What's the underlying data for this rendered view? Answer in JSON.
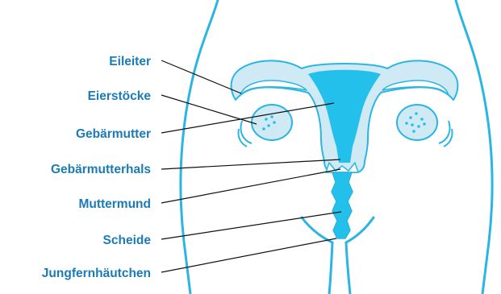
{
  "labels": [
    {
      "id": "eileiter",
      "text": "Eileiter"
    },
    {
      "id": "eierstoecke",
      "text": "Eierstöcke"
    },
    {
      "id": "gebaermutter",
      "text": "Gebärmutter"
    },
    {
      "id": "gebaermutterhals",
      "text": "Gebärmutterhals"
    },
    {
      "id": "muttermund",
      "text": "Muttermund"
    },
    {
      "id": "scheide",
      "text": "Scheide"
    },
    {
      "id": "jungfernhaeutchen",
      "text": "Jungfernhäutchen"
    }
  ],
  "colors": {
    "label": "#1a7bb5",
    "outline": "#2bb5e3",
    "fill_light": "#cfeaf5",
    "fill_dark": "#22c0ea",
    "leader": "#111111"
  }
}
